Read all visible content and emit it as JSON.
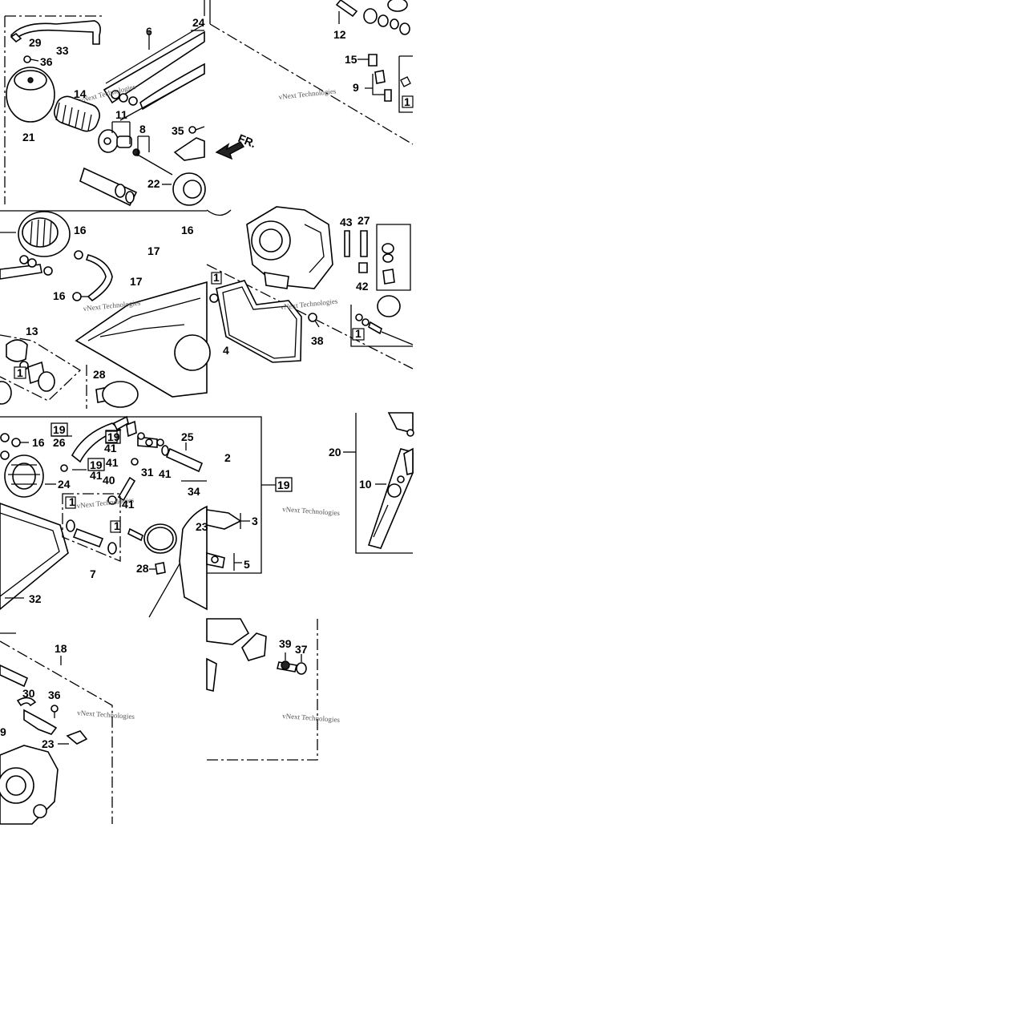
{
  "labels": {
    "p29": "29",
    "p33": "33",
    "p36a": "36",
    "p24a": "24",
    "p6": "6",
    "p21": "21",
    "p14": "14",
    "p11": "11",
    "p8": "8",
    "p35": "35",
    "p22": "22",
    "p12": "12",
    "p15": "15",
    "p9": "9",
    "p1a": "1",
    "fr": "FR.",
    "p16a": "16",
    "p16b": "16",
    "p17a": "17",
    "p17b": "17",
    "p16c": "16",
    "p1b": "1",
    "p43": "43",
    "p27": "27",
    "p42": "42",
    "p4": "4",
    "p38": "38",
    "p13": "13",
    "p1c": "1",
    "p28a": "28",
    "p1d": "1",
    "p19a": "19",
    "p26": "26",
    "p19b": "19",
    "p41a": "41",
    "p16d": "16",
    "p25": "25",
    "p2": "2",
    "p19c": "19",
    "p41b": "41",
    "p31": "31",
    "p41c": "41",
    "p19d": "19",
    "p41d": "41",
    "p24b": "24",
    "p40": "40",
    "p41e": "41",
    "p1e": "1",
    "p1f": "1",
    "p34": "34",
    "p23a": "23",
    "p3": "3",
    "p7": "7",
    "p28b": "28",
    "p5": "5",
    "p32": "32",
    "p20": "20",
    "p10": "10",
    "p18": "18",
    "p30": "30",
    "p36b": "36",
    "p9b": "9",
    "p23b": "23",
    "p39": "39",
    "p37": "37"
  },
  "watermark": {
    "text": "vNext Technologies"
  },
  "colors": {
    "ink": "#000000",
    "paper": "#ffffff",
    "watermark": "#555555"
  }
}
